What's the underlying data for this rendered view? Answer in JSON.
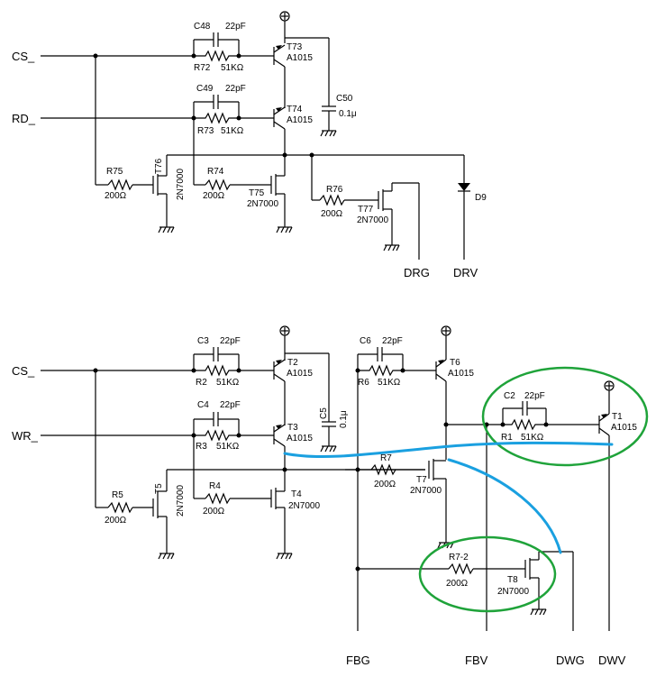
{
  "labels": {
    "cs_top": "CS_",
    "rd": "RD_",
    "cs_bot": "CS_",
    "wr": "WR_",
    "drg": "DRG",
    "drv": "DRV",
    "fbg": "FBG",
    "fbv": "FBV",
    "dwg": "DWG",
    "dwv": "DWV"
  },
  "components": {
    "c48": "C48",
    "c48v": "22pF",
    "r72": "R72",
    "r72v": "51KΩ",
    "t73": "T73",
    "t73p": "A1015",
    "c49": "C49",
    "c49v": "22pF",
    "r73": "R73",
    "r73v": "51KΩ",
    "t74": "T74",
    "t74p": "A1015",
    "c50": "C50",
    "c50v": "0.1μ",
    "r75": "R75",
    "r75v": "200Ω",
    "t76": "T76",
    "t76p": "2N7000",
    "r74": "R74",
    "r74v": "200Ω",
    "t75": "T75",
    "t75p": "2N7000",
    "r76": "R76",
    "r76v": "200Ω",
    "t77": "T77",
    "t77p": "2N7000",
    "d9": "D9",
    "c3": "C3",
    "c3v": "22pF",
    "r2": "R2",
    "r2v": "51KΩ",
    "t2": "T2",
    "t2p": "A1015",
    "c4": "C4",
    "c4v": "22pF",
    "r3": "R3",
    "r3v": "51KΩ",
    "t3": "T3",
    "t3p": "A1015",
    "c5": "C5",
    "c5v": "0.1μ",
    "c6": "C6",
    "c6v": "22pF",
    "r6": "R6",
    "r6v": "51KΩ",
    "t6": "T6",
    "t6p": "A1015",
    "c2": "C2",
    "c2v": "22pF",
    "r1": "R1",
    "r1v": "51KΩ",
    "t1": "T1",
    "t1p": "A1015",
    "r5": "R5",
    "r5v": "200Ω",
    "t5": "T5",
    "t5p": "2N7000",
    "r4": "R4",
    "r4v": "200Ω",
    "t4": "T4",
    "t4p": "2N7000",
    "r7": "R7",
    "r7v": "200Ω",
    "t7": "T7",
    "t7p": "2N7000",
    "r72b": "R7-2",
    "r72bv": "200Ω",
    "t8": "T8",
    "t8p": "2N7000"
  },
  "colors": {
    "wire": "#000000",
    "highlight_circle": "#1fa33a",
    "annotation_line": "#1aa0e0"
  }
}
